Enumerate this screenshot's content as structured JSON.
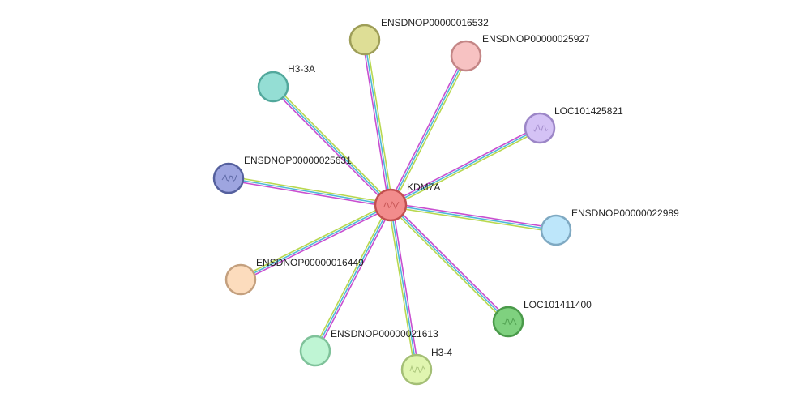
{
  "network": {
    "center": {
      "name": "KDM7A",
      "fill": "#f28c8c",
      "stroke": "#c24f4f",
      "icon": "protein-structure-icon"
    },
    "nodes": [
      {
        "name": "ENSDNOP00000016532",
        "fill": "#dede96",
        "stroke": "#9e9e58",
        "icon": ""
      },
      {
        "name": "ENSDNOP00000025927",
        "fill": "#f7c2c2",
        "stroke": "#c48686",
        "icon": ""
      },
      {
        "name": "H3-3A",
        "fill": "#94ded4",
        "stroke": "#52a89c",
        "icon": ""
      },
      {
        "name": "LOC101425821",
        "fill": "#d4c2f5",
        "stroke": "#9c86c7",
        "icon": "protein-structure-icon"
      },
      {
        "name": "ENSDNOP00000025631",
        "fill": "#9ea5e0",
        "stroke": "#55609e",
        "icon": "protein-structure-icon"
      },
      {
        "name": "ENSDNOP00000022989",
        "fill": "#bde6fa",
        "stroke": "#7fa9c2",
        "icon": ""
      },
      {
        "name": "ENSDNOP00000016449",
        "fill": "#fcdcbd",
        "stroke": "#c4a07e",
        "icon": ""
      },
      {
        "name": "LOC101411400",
        "fill": "#7fd17f",
        "stroke": "#4a9a4a",
        "icon": "protein-structure-icon"
      },
      {
        "name": "ENSDNOP00000021613",
        "fill": "#bff5d4",
        "stroke": "#7fc29a",
        "icon": ""
      },
      {
        "name": "H3-4",
        "fill": "#e0f5b0",
        "stroke": "#a4bf76",
        "icon": "protein-structure-icon"
      }
    ],
    "edge_colors": [
      "#c84fd0",
      "#4fb8d8",
      "#b8d84f"
    ]
  }
}
